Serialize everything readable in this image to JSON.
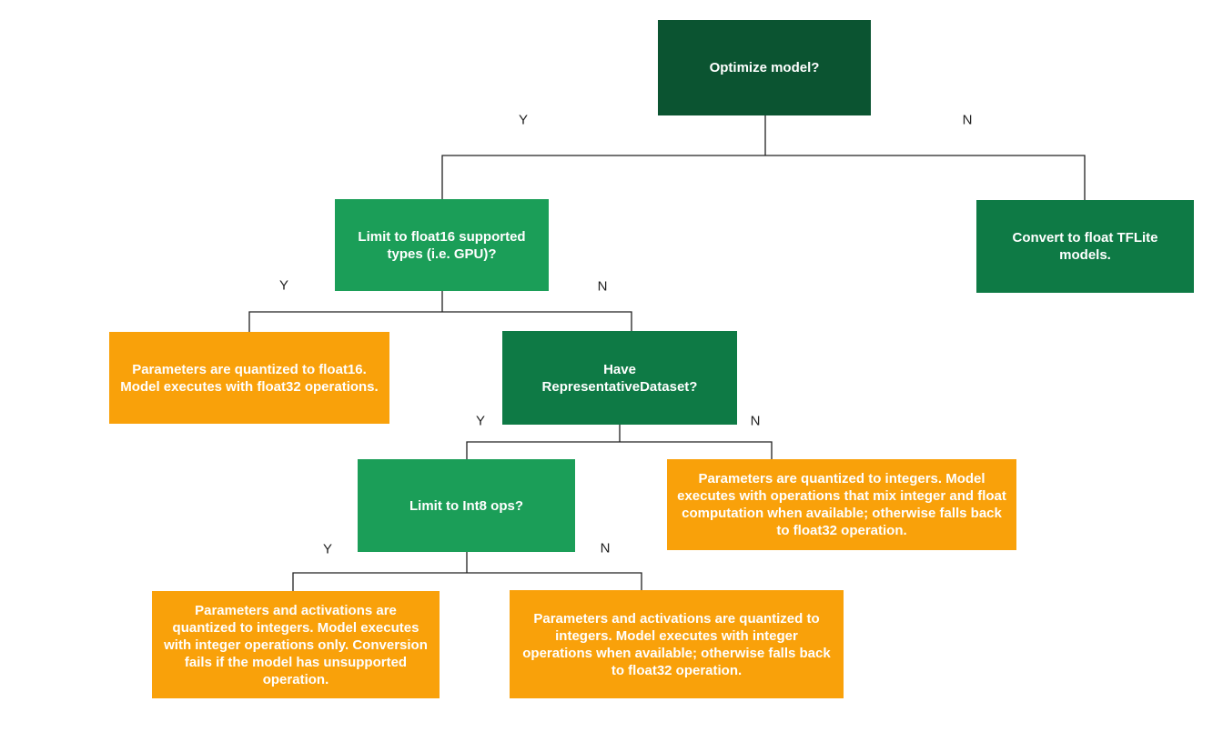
{
  "diagram": {
    "type": "decision-tree-flowchart",
    "colors": {
      "dark_green": "#0b5431",
      "mid_green": "#0e7a45",
      "bright_green": "#1b9e58",
      "orange": "#f9a10a",
      "connector_line": "#212121",
      "edge_label_text": "#212121",
      "node_text": "#ffffff",
      "background": "#ffffff"
    },
    "nodes": [
      {
        "id": "optimize",
        "label": "Optimize model?",
        "color_role": "dark_green"
      },
      {
        "id": "limit-float16",
        "label": "Limit to float16 supported types (i.e. GPU)?",
        "color_role": "bright_green"
      },
      {
        "id": "convert-float",
        "label": "Convert to float TFLite models.",
        "color_role": "mid_green"
      },
      {
        "id": "param-float16",
        "label": "Parameters are quantized to float16. Model executes with float32 operations.",
        "color_role": "orange"
      },
      {
        "id": "have-repdataset",
        "label": "Have RepresentativeDataset?",
        "color_role": "mid_green"
      },
      {
        "id": "limit-int8",
        "label": "Limit to Int8 ops?",
        "color_role": "bright_green"
      },
      {
        "id": "param-int-mix",
        "label": "Parameters are quantized to integers. Model executes with operations that mix integer and float computation when available; otherwise falls back to float32 operation.",
        "color_role": "orange"
      },
      {
        "id": "param-int-only",
        "label": "Parameters and activations are quantized to integers. Model executes with integer operations only. Conversion fails if the model has unsupported operation.",
        "color_role": "orange"
      },
      {
        "id": "param-int-fallback",
        "label": "Parameters and activations are quantized to integers. Model executes with integer operations when available; otherwise falls back to float32 operation.",
        "color_role": "orange"
      }
    ],
    "edges": [
      {
        "label": "Y",
        "from": "optimize",
        "to": "limit-float16"
      },
      {
        "label": "N",
        "from": "optimize",
        "to": "convert-float"
      },
      {
        "label": "Y",
        "from": "limit-float16",
        "to": "param-float16"
      },
      {
        "label": "N",
        "from": "limit-float16",
        "to": "have-repdataset"
      },
      {
        "label": "Y",
        "from": "have-repdataset",
        "to": "limit-int8"
      },
      {
        "label": "N",
        "from": "have-repdataset",
        "to": "param-int-mix"
      },
      {
        "label": "Y",
        "from": "limit-int8",
        "to": "param-int-only"
      },
      {
        "label": "N",
        "from": "limit-int8",
        "to": "param-int-fallback"
      }
    ]
  }
}
